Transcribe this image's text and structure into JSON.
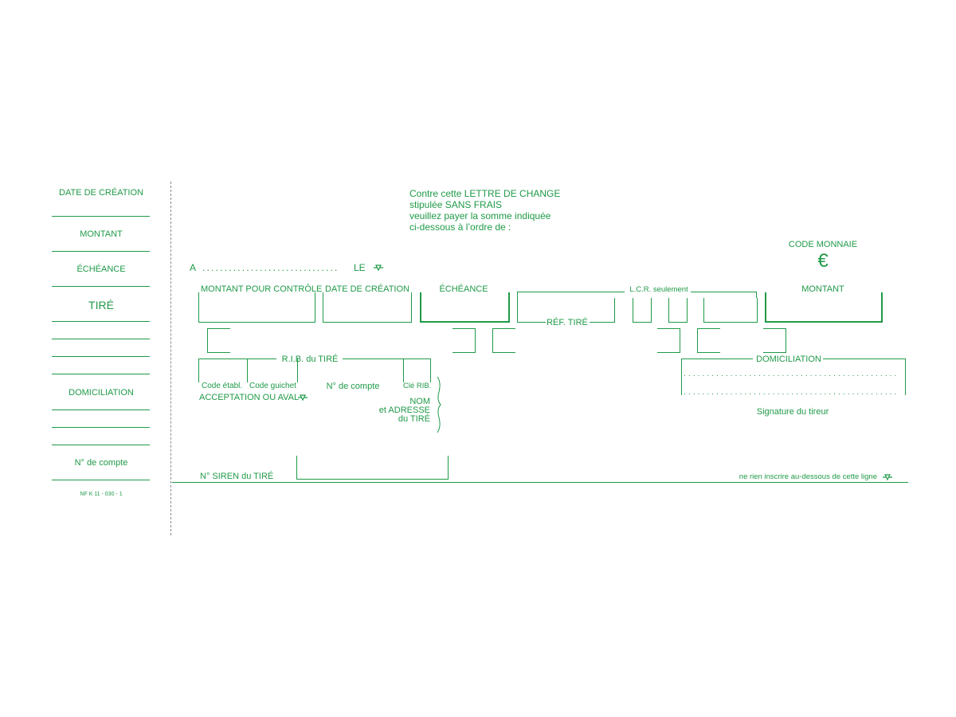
{
  "stub": {
    "date_creation": "DATE DE CRÉATION",
    "montant": "MONTANT",
    "echeance": "ÉCHÉANCE",
    "tire": "TIRÉ",
    "domiciliation": "DOMICILIATION",
    "no_compte": "N° de compte",
    "norm_ref": "NF K 11 - 030 - 1"
  },
  "header": {
    "line1": "Contre cette LETTRE DE CHANGE",
    "line2": "stipulée SANS FRAIS",
    "line3": "veuillez payer la somme indiquée",
    "line4": "ci-dessous à l’ordre de :"
  },
  "currency": {
    "label": "CODE MONNAIE",
    "symbol": "€"
  },
  "place_date": {
    "a": "A",
    "dots": "...............................",
    "le": "LE"
  },
  "fields": {
    "montant_controle": "MONTANT POUR CONTRÔLE",
    "date_creation": "DATE DE CRÉATION",
    "echeance": "ÉCHÉANCE",
    "lcr": "L.C.R. seulement",
    "montant": "MONTANT",
    "ref_tire": "RÉF. TIRÉ"
  },
  "rib": {
    "title": "R.I.B. du TIRÉ",
    "code_etabl": "Code établ.",
    "code_guichet": "Code guichet",
    "no_compte": "N° de compte",
    "cle_rib": "Clé RIB."
  },
  "acceptation": "ACCEPTATION OU AVAL",
  "nom_adresse": {
    "line1": "NOM",
    "line2": "et ADRESSE",
    "line3": "du TIRÉ"
  },
  "domiciliation": {
    "title": "DOMICILIATION",
    "dots1": "..............................................",
    "dots2": "..............................................",
    "signature": "Signature du tireur"
  },
  "siren": "N° SIREN du TIRÉ",
  "bottom_note": "ne rien inscrire au-dessous de cette ligne",
  "colors": {
    "ink": "#1f9a48",
    "paper": "#ffffff"
  },
  "icons": [
    "arrow-down-icon"
  ]
}
